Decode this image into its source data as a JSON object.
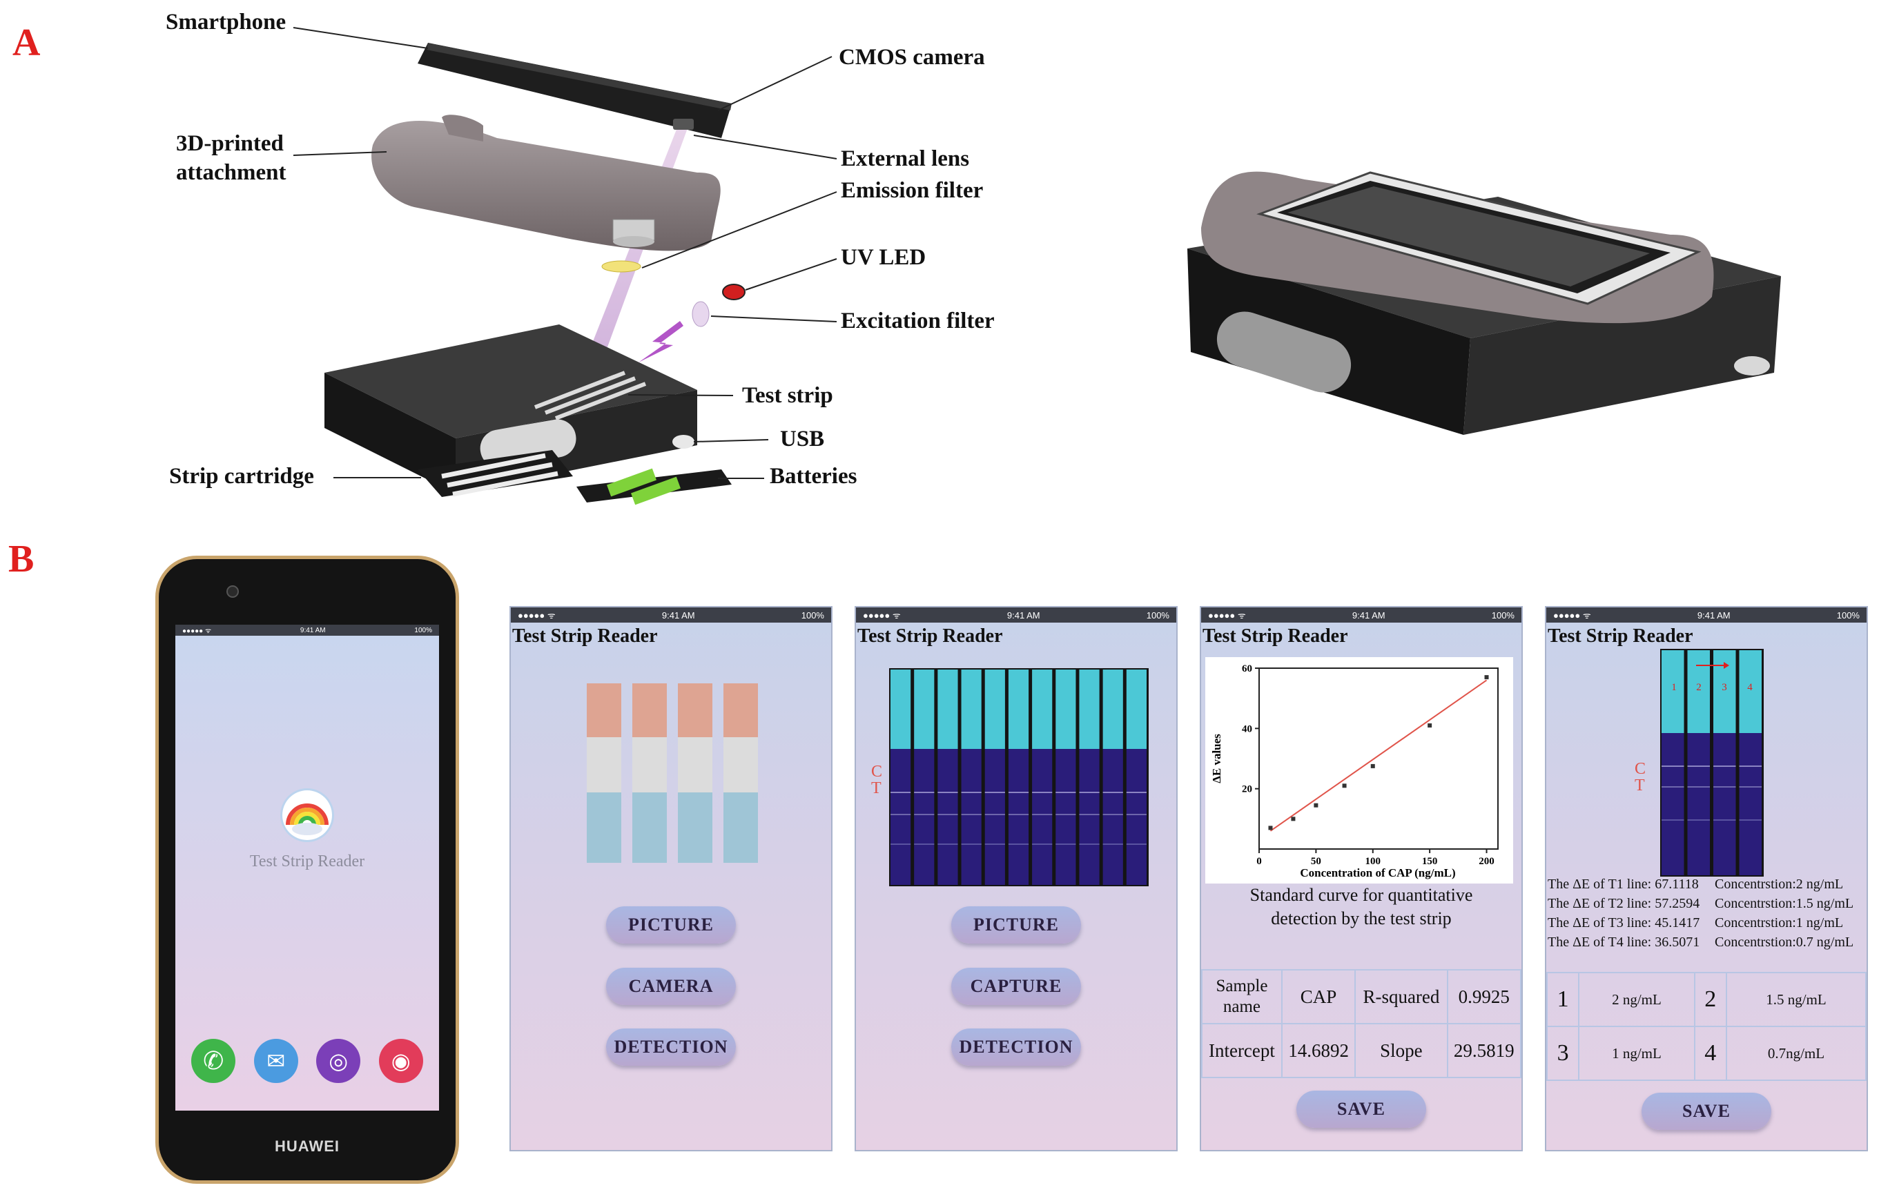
{
  "panel_a": {
    "letter": "A",
    "callouts": {
      "smartphone": "Smartphone",
      "cmos_camera": "CMOS camera",
      "attachment_line1": "3D-printed",
      "attachment_line2": "attachment",
      "external_lens": "External lens",
      "emission_filter": "Emission filter",
      "uv_led": "UV LED",
      "excitation_filter": "Excitation filter",
      "test_strip": "Test strip",
      "usb": "USB",
      "strip_cartridge": "Strip cartridge",
      "batteries": "Batteries"
    }
  },
  "panel_b": {
    "letter": "B",
    "status_bar": {
      "carrier": "●●●●● ᯤ",
      "time": "9:41 AM",
      "battery": "100%"
    },
    "home_phone": {
      "brand": "HUAWEI",
      "app_name": "Test Strip Reader"
    },
    "screen1": {
      "title": "Test Strip Reader",
      "buttons": [
        "PICTURE",
        "CAMERA",
        "DETECTION"
      ]
    },
    "screen2": {
      "title": "Test Strip Reader",
      "c_label": "C",
      "t_label": "T",
      "buttons": [
        "PICTURE",
        "CAPTURE",
        "DETECTION"
      ]
    },
    "screen3": {
      "title": "Test Strip Reader",
      "caption_line1": "Standard curve for quantitative",
      "caption_line2": "detection by the test strip",
      "table": {
        "sample_name_line1": "Sample",
        "sample_name_line2": "name",
        "sample_value": "CAP",
        "r_squared_label": "R-squared",
        "r_squared_value": "0.9925",
        "intercept_label": "Intercept",
        "intercept_value": "14.6892",
        "slope_label": "Slope",
        "slope_value": "29.5819"
      },
      "save": "SAVE"
    },
    "screen4": {
      "title": "Test Strip Reader",
      "strip_numbers": [
        "1",
        "2",
        "3",
        "4"
      ],
      "c_label": "C",
      "t_label": "T",
      "results": [
        {
          "de": "The ΔE of T1 line: 67.1118",
          "conc": "Concentrstion:2 ng/mL"
        },
        {
          "de": "The ΔE of T2 line: 57.2594",
          "conc": "Concentrstion:1.5 ng/mL"
        },
        {
          "de": "The ΔE of T3 line: 45.1417",
          "conc": "Concentrstion:1 ng/mL"
        },
        {
          "de": "The ΔE of T4 line: 36.5071",
          "conc": "Concentrstion:0.7 ng/mL"
        }
      ],
      "grid": [
        {
          "num": "1",
          "value": "2 ng/mL"
        },
        {
          "num": "2",
          "value": "1.5 ng/mL"
        },
        {
          "num": "3",
          "value": "1 ng/mL"
        },
        {
          "num": "4",
          "value": "0.7ng/mL"
        }
      ],
      "save": "SAVE"
    }
  },
  "colors": {
    "panel_letter": "#e0201e",
    "strip_cyan": "#4cc8d6",
    "strip_blue": "#2a1d7a",
    "fit_line": "#e0544a"
  },
  "chart_data": {
    "type": "scatter",
    "xlabel": "Concentration of CAP (ng/mL)",
    "ylabel": "ΔE values",
    "xlim": [
      0,
      210
    ],
    "ylim": [
      0,
      60
    ],
    "x_ticks": [
      0,
      50,
      100,
      150,
      200
    ],
    "y_ticks": [
      20,
      40,
      60
    ],
    "series": [
      {
        "x": [
          10,
          30,
          50,
          75,
          100,
          150,
          200
        ],
        "y": [
          7,
          10,
          14.5,
          21,
          27.5,
          41,
          57
        ]
      }
    ],
    "fit": {
      "x": [
        10,
        200
      ],
      "y": [
        6,
        56
      ]
    }
  }
}
